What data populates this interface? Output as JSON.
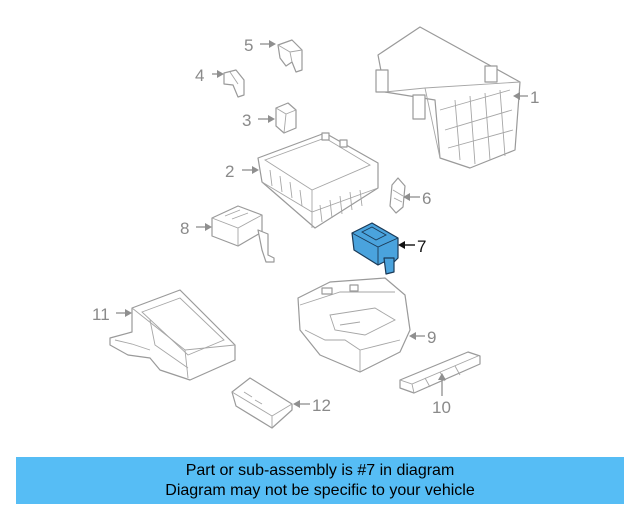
{
  "colors": {
    "highlight_fill": "#4aa3dd",
    "highlight_stroke": "#1b3a57",
    "banner_bg": "#56bdf5",
    "line_gray": "#9a9a9a"
  },
  "callouts": {
    "c1": "1",
    "c2": "2",
    "c3": "3",
    "c4": "4",
    "c5": "5",
    "c6": "6",
    "c7": "7",
    "c8": "8",
    "c9": "9",
    "c10": "10",
    "c11": "11",
    "c12": "12"
  },
  "highlighted_part": "7",
  "banner": {
    "line1": "Part or sub-assembly is #7 in diagram",
    "line2": "Diagram may not be specific to your vehicle"
  }
}
